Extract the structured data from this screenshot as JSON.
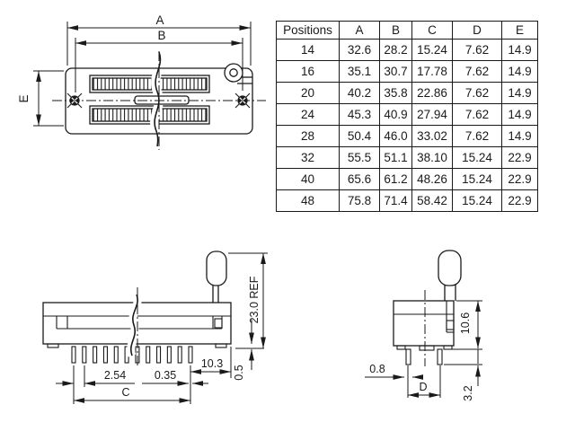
{
  "colors": {
    "ink": "#1a1a1a",
    "background": "#ffffff"
  },
  "table": {
    "headers": [
      "Positions",
      "A",
      "B",
      "C",
      "D",
      "E"
    ],
    "rows": [
      [
        "14",
        "32.6",
        "28.2",
        "15.24",
        "7.62",
        "14.9"
      ],
      [
        "16",
        "35.1",
        "30.7",
        "17.78",
        "7.62",
        "14.9"
      ],
      [
        "20",
        "40.2",
        "35.8",
        "22.86",
        "7.62",
        "14.9"
      ],
      [
        "24",
        "45.3",
        "40.9",
        "27.94",
        "7.62",
        "14.9"
      ],
      [
        "28",
        "50.4",
        "46.0",
        "33.02",
        "7.62",
        "14.9"
      ],
      [
        "32",
        "55.5",
        "51.1",
        "38.10",
        "15.24",
        "22.9"
      ],
      [
        "40",
        "65.6",
        "61.2",
        "48.26",
        "15.24",
        "22.9"
      ],
      [
        "48",
        "75.8",
        "71.4",
        "58.42",
        "15.24",
        "22.9"
      ]
    ]
  },
  "top_view": {
    "dim_a": "A",
    "dim_b": "B",
    "dim_e": "E"
  },
  "front_view": {
    "pitch": "2.54",
    "pin_width": "0.35",
    "dim_c": "C",
    "end_offset": "10.3",
    "standoff": "0.5",
    "height_ref": "23.0 REF"
  },
  "side_view": {
    "pin_thickness": "0.8",
    "dim_d": "D",
    "body_height": "10.6",
    "pin_length": "3.2"
  }
}
